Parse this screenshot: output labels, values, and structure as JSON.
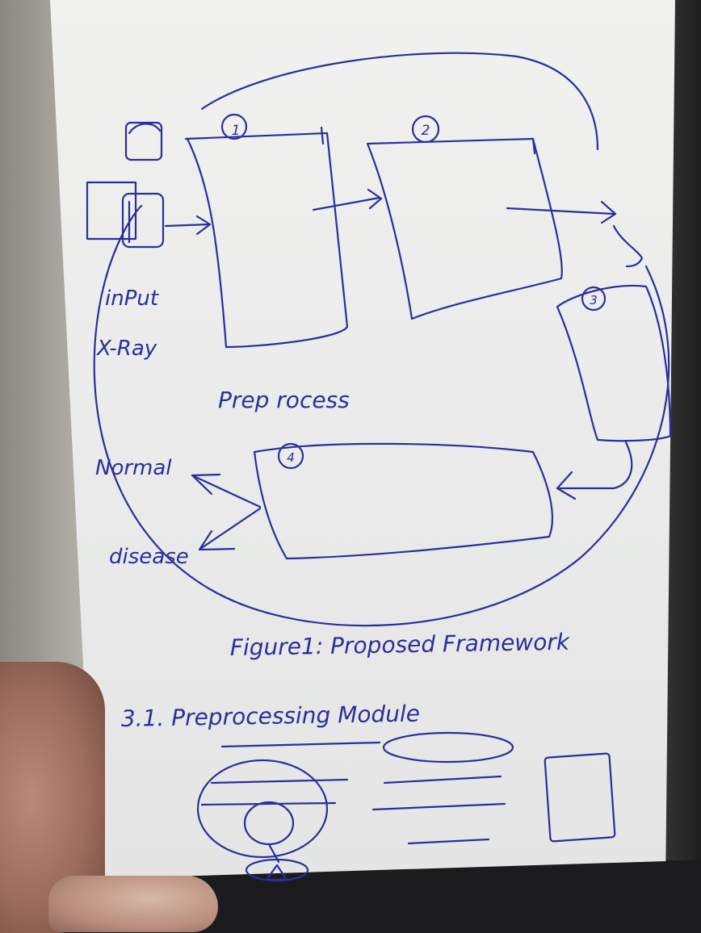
{
  "diagram": {
    "steps": [
      {
        "id": "step-1",
        "number": "1"
      },
      {
        "id": "step-2",
        "number": "2"
      },
      {
        "id": "step-3",
        "number": "3"
      },
      {
        "id": "step-4",
        "number": "4"
      }
    ],
    "input_label_line1": "inPut",
    "input_label_line2": "X-Ray",
    "preprocess_label": "Prep rocess",
    "output_normal": "Normal",
    "output_disease": "disease",
    "caption": "Figure1: Proposed Framework",
    "section_heading": "3.1. Preprocessing Module"
  },
  "colors": {
    "ink": "#2b2f9b",
    "paper": "#ecedeb",
    "ghost": "#c8c8c8"
  }
}
